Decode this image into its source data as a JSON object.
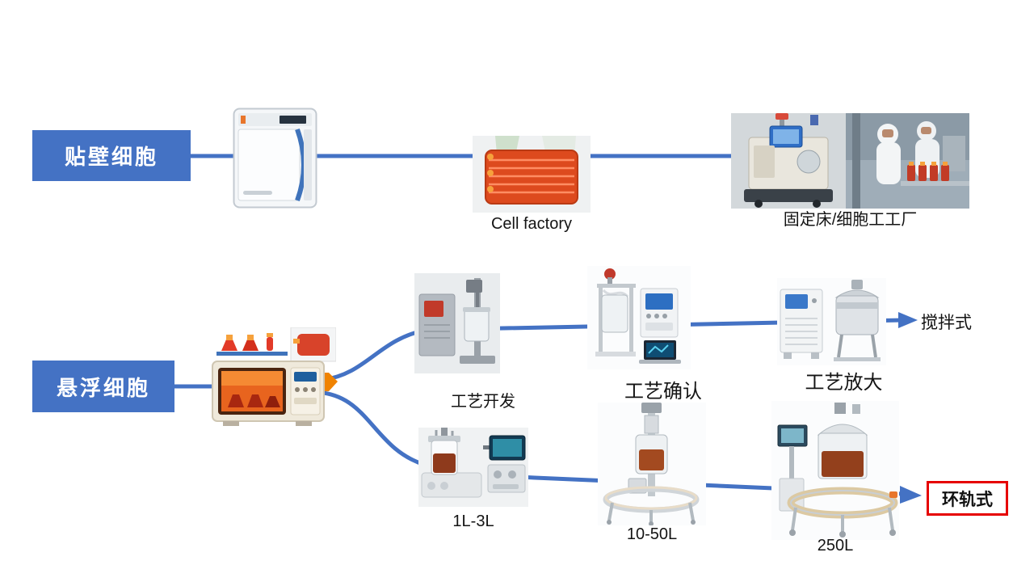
{
  "slide": {
    "background": "#ffffff",
    "accent_blue": "#4472C4",
    "outline_red": "#e60000"
  },
  "adherent_row": {
    "label": "贴壁细胞",
    "captions": {
      "cell_factory": "Cell factory",
      "fixed_bed": "固定床/细胞工工厂"
    }
  },
  "suspension_row": {
    "label": "悬浮细胞",
    "stirred_branch": {
      "process_dev": "工艺开发",
      "process_confirm": "工艺确认",
      "process_scaleup": "工艺放大",
      "result": "搅拌式"
    },
    "orbital_branch": {
      "scale_small": "1L-3L",
      "scale_mid": "10-50L",
      "scale_large": "250L",
      "result": "环轨式"
    }
  }
}
